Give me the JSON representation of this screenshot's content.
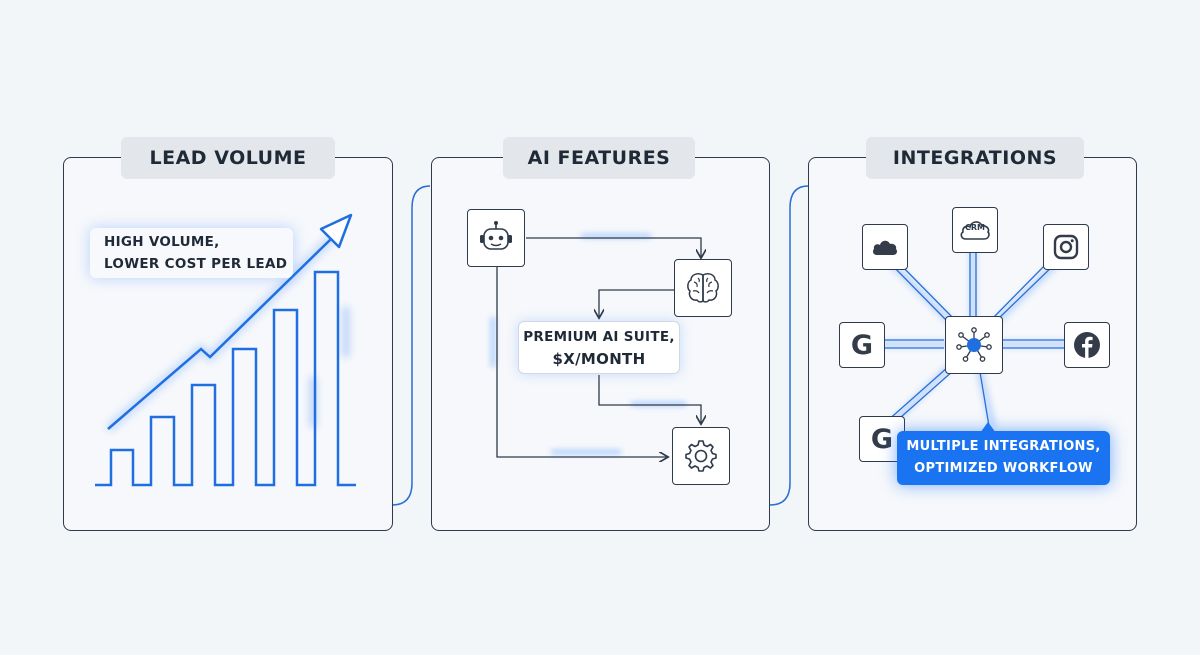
{
  "panels": {
    "lead_volume": {
      "title": "LEAD VOLUME",
      "callout_line1": "HIGH VOLUME,",
      "callout_line2": "LOWER COST PER LEAD"
    },
    "ai_features": {
      "title": "AI FEATURES",
      "callout_line1": "PREMIUM AI SUITE,",
      "callout_line2": "$X/MONTH"
    },
    "integrations": {
      "title": "INTEGRATIONS",
      "callout_line1": "MULTIPLE INTEGRATIONS,",
      "callout_line2": "OPTIMIZED WORKFLOW",
      "crm_label": "CRM",
      "google_letter": "G"
    }
  },
  "colors": {
    "accent_blue": "#1f6fe0",
    "highlight_blue": "#1a73f0",
    "outline": "#2f3a4a",
    "header_bg": "#e3e7ec"
  },
  "icons": [
    "robot-icon",
    "brain-icon",
    "gear-icon",
    "cloud-icon",
    "crm-cloud-icon",
    "instagram-icon",
    "google-icon",
    "facebook-icon",
    "network-hub-icon",
    "trend-arrow-icon"
  ]
}
